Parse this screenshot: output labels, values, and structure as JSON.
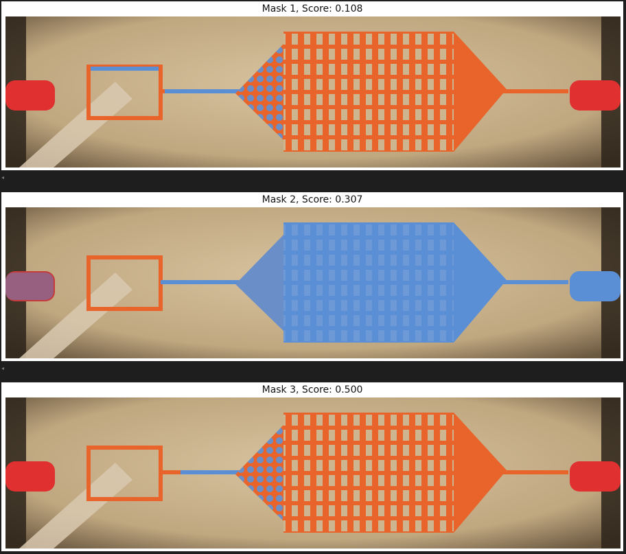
{
  "panels": [
    {
      "title": "Mask 1, Score: 0.108",
      "mask_region": "left-and-center"
    },
    {
      "title": "Mask 2, Score: 0.307",
      "mask_region": "chamber-and-outlet"
    },
    {
      "title": "Mask 3, Score: 0.500",
      "mask_region": "left-and-center"
    }
  ],
  "scroll_arrow": "◂",
  "colors": {
    "mask_orange": "#e8642a",
    "mask_blue": "#5a8fd6",
    "chip_background": "#c9b38d",
    "tube_red": "#e03030",
    "dark_border": "#3a2e22"
  }
}
